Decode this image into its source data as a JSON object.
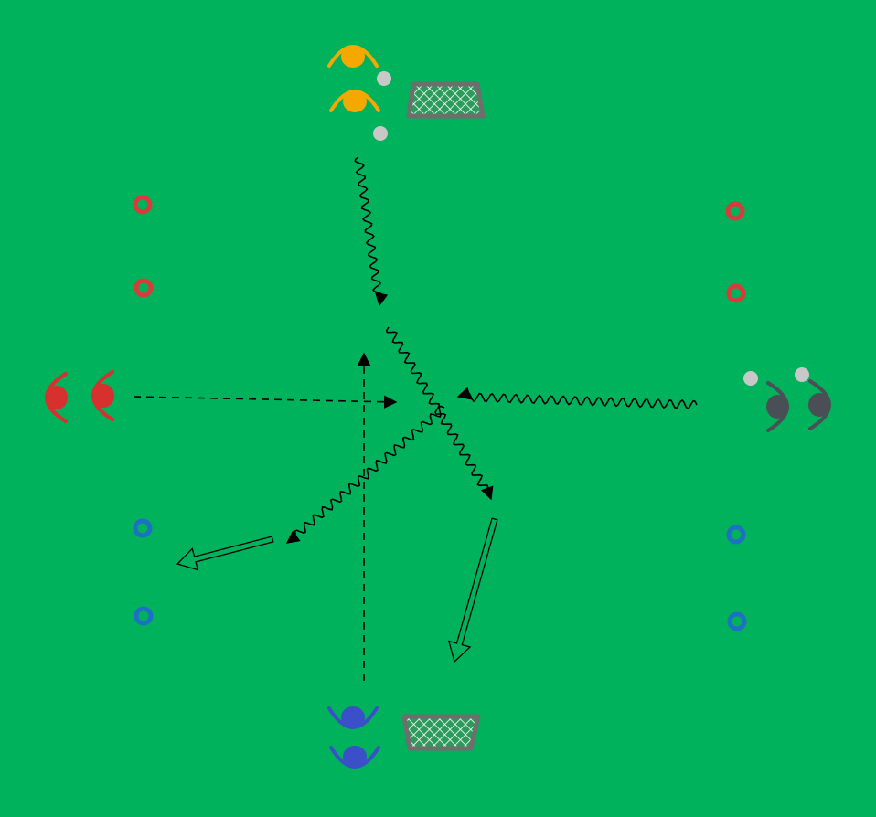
{
  "colors": {
    "pitch": "#00b25c",
    "team_yellow": "#f5a800",
    "team_red": "#d6302f",
    "team_blue": "#3a4fc8",
    "team_grey": "#4a4f55",
    "cone_red": "#d93a3a",
    "cone_blue": "#1f6fc4",
    "ball": "#c8c8c8",
    "goal_frame": "#6e6e6e",
    "goal_net": "#2c9a5a",
    "line": "#000000"
  },
  "diagram": {
    "players": [
      {
        "id": "yellow-player-1",
        "team": "yellow",
        "facing": "down"
      },
      {
        "id": "yellow-player-2",
        "team": "yellow",
        "facing": "down"
      },
      {
        "id": "red-player-1",
        "team": "red",
        "facing": "right"
      },
      {
        "id": "red-player-2",
        "team": "red",
        "facing": "right"
      },
      {
        "id": "blue-player-1",
        "team": "blue",
        "facing": "up"
      },
      {
        "id": "blue-player-2",
        "team": "blue",
        "facing": "up"
      },
      {
        "id": "grey-player-1",
        "team": "grey",
        "facing": "left"
      },
      {
        "id": "grey-player-2",
        "team": "grey",
        "facing": "left"
      }
    ],
    "cones": [
      {
        "id": "cone-left-red-1",
        "color": "red"
      },
      {
        "id": "cone-left-red-2",
        "color": "red"
      },
      {
        "id": "cone-right-red-1",
        "color": "red"
      },
      {
        "id": "cone-right-red-2",
        "color": "red"
      },
      {
        "id": "cone-left-blue-1",
        "color": "blue"
      },
      {
        "id": "cone-left-blue-2",
        "color": "blue"
      },
      {
        "id": "cone-right-blue-1",
        "color": "blue"
      },
      {
        "id": "cone-right-blue-2",
        "color": "blue"
      }
    ],
    "balls": 4,
    "goals": 2,
    "movements": [
      {
        "type": "dribble",
        "from": "yellow",
        "to": "center"
      },
      {
        "type": "dribble",
        "from": "grey",
        "to": "center"
      },
      {
        "type": "run",
        "from": "red",
        "to": "center"
      },
      {
        "type": "run",
        "from": "blue",
        "to": "center"
      },
      {
        "type": "dribble",
        "from": "center",
        "to": "bottom-right"
      },
      {
        "type": "dribble",
        "from": "center",
        "to": "bottom-left"
      },
      {
        "type": "shot",
        "to": "bottom-goal"
      },
      {
        "type": "shot",
        "to": "left"
      }
    ]
  }
}
